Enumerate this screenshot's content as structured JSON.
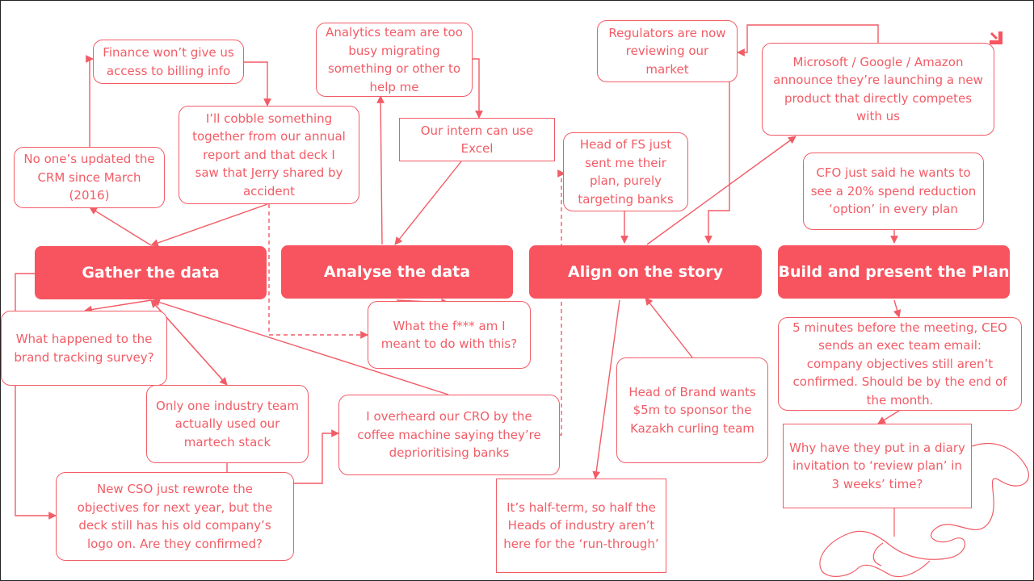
{
  "stages": [
    {
      "label": "Gather the data"
    },
    {
      "label": "Analyse the data"
    },
    {
      "label": "Align on the story"
    },
    {
      "label": "Build and present the Plan"
    }
  ],
  "notes": {
    "finance": "Finance won’t give us\naccess to billing info",
    "crm": "No one’s updated the\nCRM since March\n(2016)",
    "cobble": "I’ll cobble something\ntogether from our annual\nreport and that deck I\nsaw that Jerry shared by\naccident",
    "analytics": "Analytics team are too\nbusy migrating\nsomething or other to\nhelp me",
    "intern": "Our intern can use\nExcel",
    "regulators": "Regulators are now\nreviewing our\nmarket",
    "microsoft": "Microsoft / Google / Amazon\nannounce they’re launching a new\nproduct that directly competes\nwith us",
    "head_fs": "Head of FS just\nsent me their\nplan, purely\ntargeting banks",
    "cfo": "CFO just said he wants to\nsee a 20% spend reduction\n‘option’ in every plan",
    "brand_survey": "What happened to the\nbrand tracking survey?",
    "what_f": "What the f*** am I\nmeant to do with this?",
    "five_minutes": "5 minutes before the meeting, CEO\nsends an exec team email:\ncompany objectives still aren’t\nconfirmed. Should be by the end of\nthe month.",
    "industry_team": "Only one industry team\nactually used our\nmartech stack",
    "overheard": "I overheard our CRO by the\ncoffee machine saying they’re\ndeprioritising banks",
    "head_brand": "Head of Brand wants\n$5m to sponsor the\nKazakh curling team",
    "diary": "Why have they put in a diary\ninvitation to ‘review plan’ in\n3 weeks’ time?",
    "cso": "New CSO just rewrote the\nobjectives for next year, but the\ndeck still has his old company’s\nlogo on.  Are they confirmed?",
    "half_term": "It’s half-term, so half the\nHeads of industry aren’t\nhere for the ‘run-through’"
  },
  "colors": {
    "accent": "#f7545f",
    "line": "#f25c66",
    "text_on_accent": "#ffffff",
    "background": "#ffffff"
  },
  "icons": {
    "logo": "corner-arrow-logo-icon"
  }
}
